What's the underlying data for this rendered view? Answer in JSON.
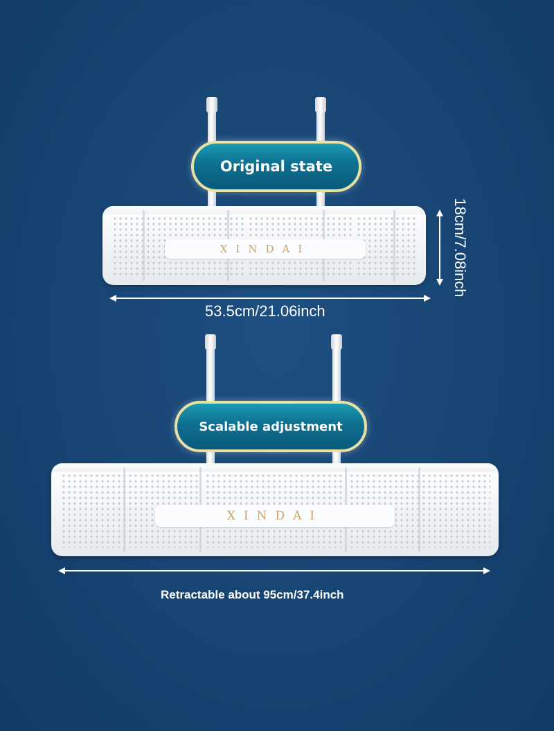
{
  "top_section": {
    "badge_text": "Original state",
    "brand": "XINDAI",
    "width_label": "53.5cm/21.06inch",
    "height_label": "18cm/7.08inch"
  },
  "bottom_section": {
    "badge_text": "Scalable adjustment",
    "brand": "XINDAI",
    "width_label": "Retractable about 95cm/37.4inch"
  },
  "colors": {
    "background": "#174472",
    "badge_fill": "#0e6f8f",
    "badge_border": "#e7e2a4",
    "brand_text": "#c9a267"
  }
}
